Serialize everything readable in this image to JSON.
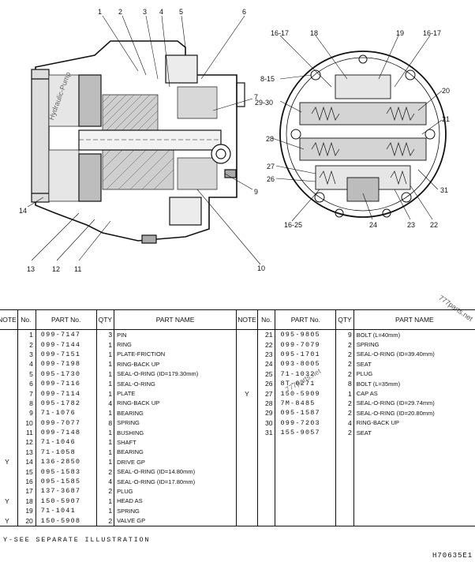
{
  "drawing": {
    "callouts_left": [
      "1",
      "2",
      "3",
      "4",
      "5",
      "6",
      "7",
      "9",
      "10",
      "11",
      "12",
      "13",
      "14"
    ],
    "callouts_right": [
      "16-17",
      "18",
      "19",
      "16-17",
      "8-15",
      "29-30",
      "20",
      "21",
      "28",
      "27",
      "26",
      "31",
      "16-25",
      "24",
      "23",
      "22"
    ],
    "watermark_left": "Hydraulic-Pump",
    "watermark_right": "777parts.net",
    "watermark_table": "777parts.net"
  },
  "table": {
    "headers": {
      "note": "NOTE",
      "no": "No.",
      "part_no": "PART No.",
      "qty": "QTY",
      "part_name": "PART NAME"
    },
    "left_rows": [
      {
        "note": "",
        "no": "1",
        "part_no": "099-7147",
        "qty": "3",
        "name": "PIN"
      },
      {
        "note": "",
        "no": "2",
        "part_no": "099-7144",
        "qty": "1",
        "name": "RING"
      },
      {
        "note": "",
        "no": "3",
        "part_no": "099-7151",
        "qty": "1",
        "name": "PLATE-FRICTION"
      },
      {
        "note": "",
        "no": "4",
        "part_no": "099-7198",
        "qty": "1",
        "name": "RING-BACK UP"
      },
      {
        "note": "",
        "no": "5",
        "part_no": "095-1730",
        "qty": "1",
        "name": "SEAL-O-RING (ID=179.30mm)"
      },
      {
        "note": "",
        "no": "6",
        "part_no": "099-7116",
        "qty": "1",
        "name": "SEAL-O-RING"
      },
      {
        "note": "",
        "no": "7",
        "part_no": "099-7114",
        "qty": "1",
        "name": "PLATE"
      },
      {
        "note": "",
        "no": "8",
        "part_no": "095-1782",
        "qty": "4",
        "name": "RING-BACK UP"
      },
      {
        "note": "",
        "no": "9",
        "part_no": "71-1076",
        "qty": "1",
        "name": "BEARING"
      },
      {
        "note": "",
        "no": "10",
        "part_no": "099-7077",
        "qty": "8",
        "name": "SPRING"
      },
      {
        "note": "",
        "no": "11",
        "part_no": "099-7148",
        "qty": "1",
        "name": "BUSHING"
      },
      {
        "note": "",
        "no": "12",
        "part_no": "71-1046",
        "qty": "1",
        "name": "SHAFT"
      },
      {
        "note": "",
        "no": "13",
        "part_no": "71-1058",
        "qty": "1",
        "name": "BEARING"
      },
      {
        "note": "Y",
        "no": "14",
        "part_no": "136-2850",
        "qty": "1",
        "name": "DRIVE GP"
      },
      {
        "note": "",
        "no": "15",
        "part_no": "095-1583",
        "qty": "2",
        "name": "SEAL-O-RING (ID=14.80mm)"
      },
      {
        "note": "",
        "no": "16",
        "part_no": "095-1585",
        "qty": "4",
        "name": "SEAL-O-RING (ID=17.80mm)"
      },
      {
        "note": "",
        "no": "17",
        "part_no": "137-3687",
        "qty": "2",
        "name": "PLUG"
      },
      {
        "note": "Y",
        "no": "18",
        "part_no": "150-5907",
        "qty": "1",
        "name": "HEAD AS"
      },
      {
        "note": "",
        "no": "19",
        "part_no": "71-1041",
        "qty": "1",
        "name": "SPRING"
      },
      {
        "note": "Y",
        "no": "20",
        "part_no": "150-5908",
        "qty": "2",
        "name": "VALVE GP"
      }
    ],
    "right_rows": [
      {
        "note": "",
        "no": "21",
        "part_no": "095-9805",
        "qty": "9",
        "name": "BOLT (L=40mm)"
      },
      {
        "note": "",
        "no": "22",
        "part_no": "099-7079",
        "qty": "2",
        "name": "SPRING"
      },
      {
        "note": "",
        "no": "23",
        "part_no": "095-1701",
        "qty": "2",
        "name": "SEAL-O-RING (ID=39.40mm)"
      },
      {
        "note": "",
        "no": "24",
        "part_no": "093-8005",
        "qty": "2",
        "name": "SEAT"
      },
      {
        "note": "",
        "no": "25",
        "part_no": "71-1032",
        "qty": "2",
        "name": "PLUG"
      },
      {
        "note": "",
        "no": "26",
        "part_no": "8T-0271",
        "qty": "8",
        "name": "BOLT (L=35mm)"
      },
      {
        "note": "Y",
        "no": "27",
        "part_no": "150-5909",
        "qty": "1",
        "name": "CAP AS"
      },
      {
        "note": "",
        "no": "28",
        "part_no": "7M-8485",
        "qty": "2",
        "name": "SEAL-O-RING (ID=29.74mm)"
      },
      {
        "note": "",
        "no": "29",
        "part_no": "095-1587",
        "qty": "2",
        "name": "SEAL-O-RING (ID=20.80mm)"
      },
      {
        "note": "",
        "no": "30",
        "part_no": "099-7203",
        "qty": "4",
        "name": "RING-BACK UP"
      },
      {
        "note": "",
        "no": "31",
        "part_no": "155-9057",
        "qty": "2",
        "name": "SEAT"
      }
    ]
  },
  "footer": {
    "note": "Y-SEE SEPARATE ILLUSTRATION",
    "figure_code": "H70635E1"
  }
}
